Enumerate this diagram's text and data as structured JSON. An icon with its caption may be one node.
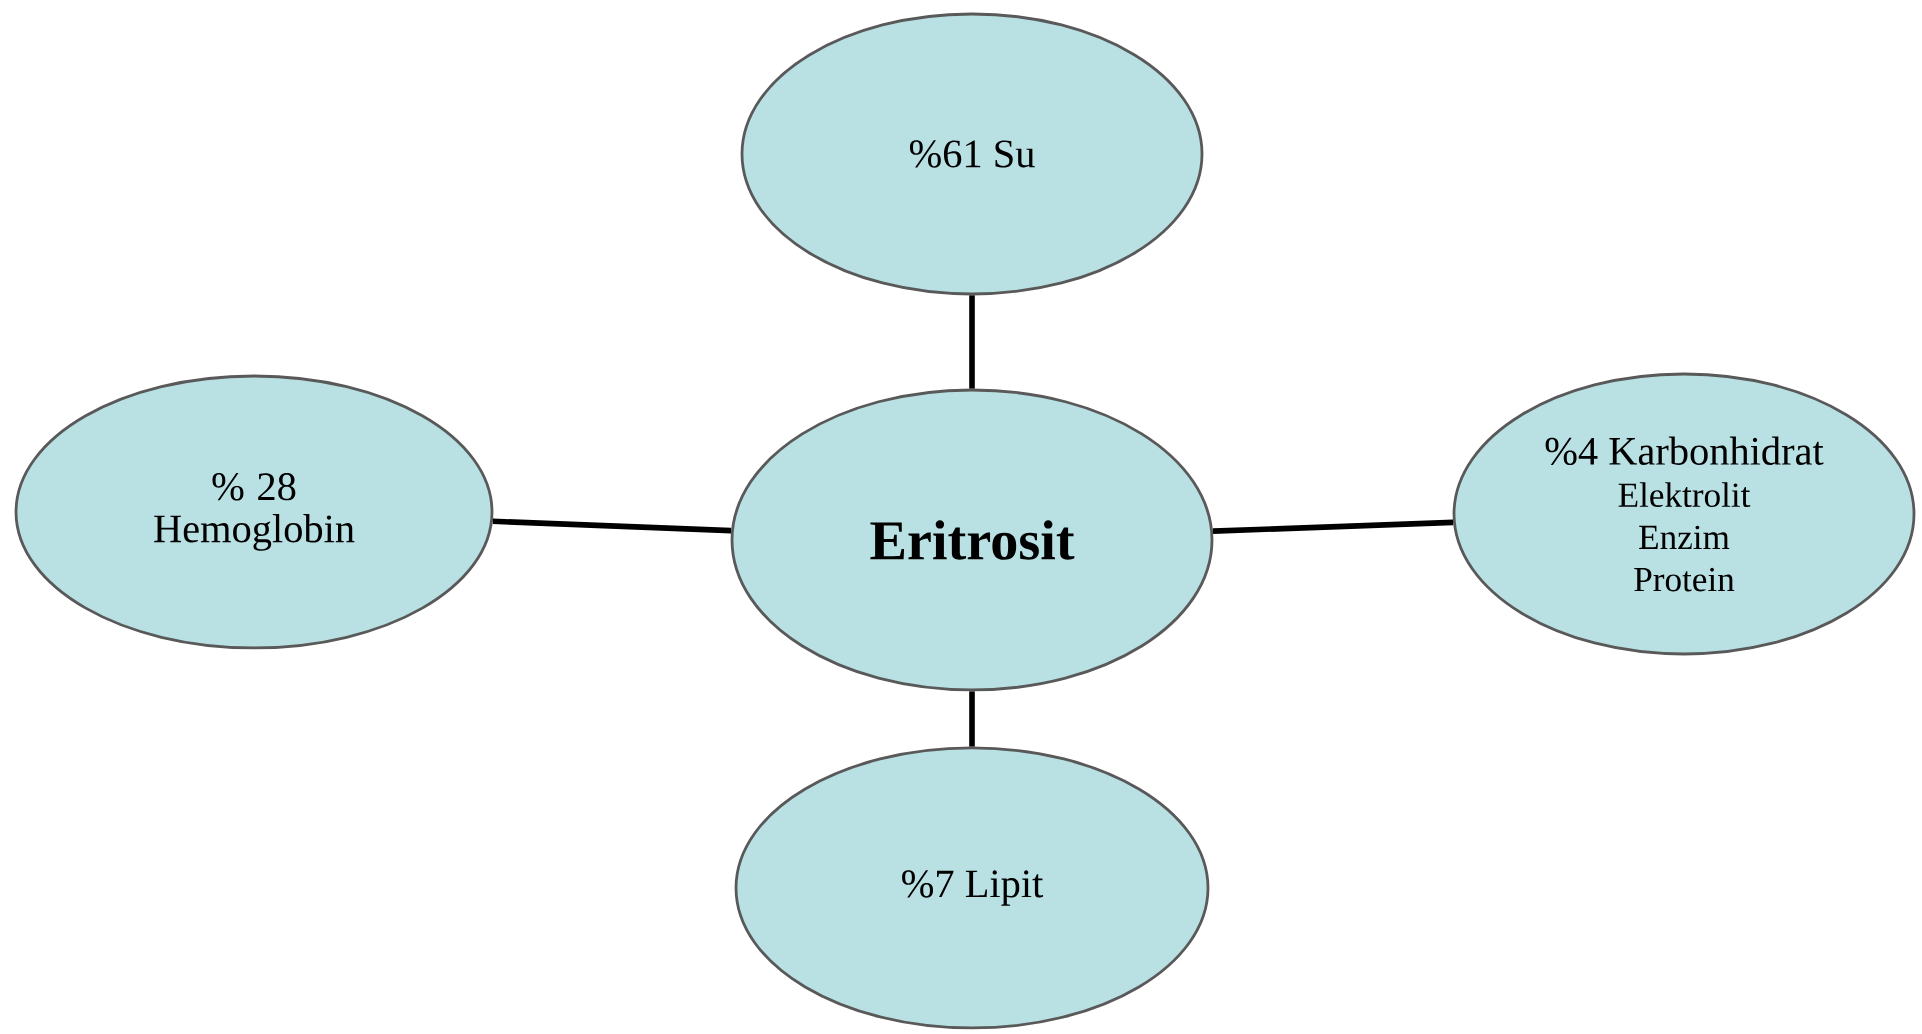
{
  "diagram": {
    "nodes": [
      {
        "text": [
          "Eritrosit"
        ]
      },
      {
        "text": [
          "%61 Su"
        ]
      },
      {
        "text": [
          "% 28 Hemoglobin"
        ]
      },
      {
        "text": [
          "%4 Karbonhidrat",
          "Elektrolit",
          "Enzim",
          "Protein"
        ]
      },
      {
        "text": [
          "%7 Lipit"
        ]
      }
    ],
    "edges": [
      {
        "from": 0,
        "to": 1,
        "arrow": "none"
      },
      {
        "from": 0,
        "to": 2,
        "arrow": "none"
      },
      {
        "from": 0,
        "to": 3,
        "arrow": "none"
      },
      {
        "from": 0,
        "to": 4,
        "arrow": "none"
      }
    ]
  }
}
